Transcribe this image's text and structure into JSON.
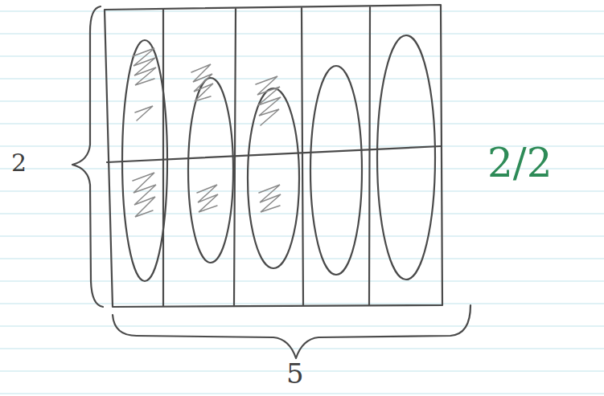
{
  "diagram": {
    "labels": [
      "2",
      "5",
      "2/2"
    ]
  }
}
